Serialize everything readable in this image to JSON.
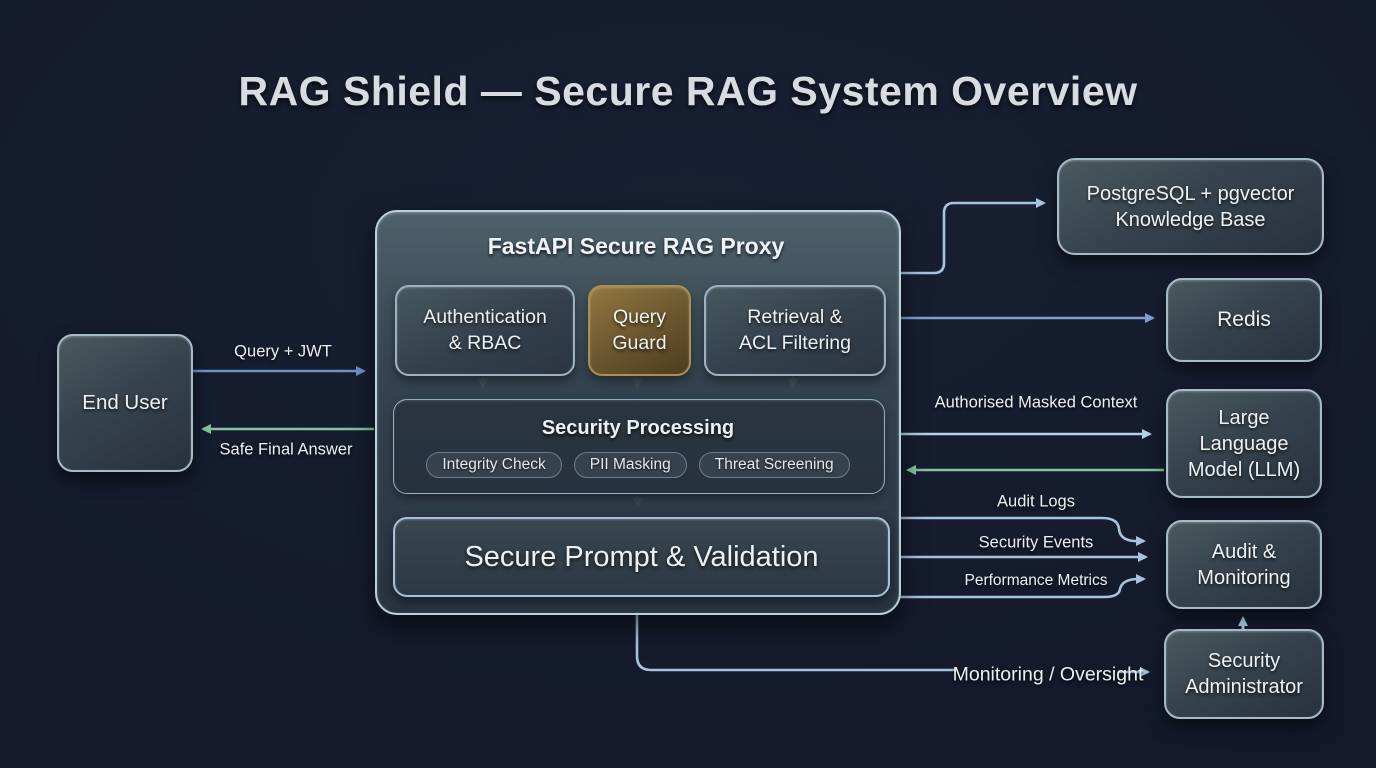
{
  "title": "RAG Shield — Secure RAG System Overview",
  "nodes": {
    "end_user": {
      "label": "End User"
    },
    "proxy": {
      "title": "FastAPI Secure RAG Proxy",
      "auth": {
        "label": "Authentication\n& RBAC"
      },
      "query_guard": {
        "label": "Query\nGuard"
      },
      "retrieval": {
        "label": "Retrieval &\nACL Filtering"
      },
      "security_processing": {
        "title": "Security Processing",
        "steps": [
          "Integrity Check",
          "PII Masking",
          "Threat Screening"
        ]
      },
      "secure_prompt": {
        "label": "Secure Prompt & Validation"
      }
    },
    "knowledge_base": {
      "label": "PostgreSQL + pgvector\nKnowledge Base"
    },
    "redis": {
      "label": "Redis"
    },
    "llm": {
      "label": "Large\nLanguage\nModel (LLM)"
    },
    "audit_monitoring": {
      "label": "Audit &\nMonitoring"
    },
    "security_admin": {
      "label": "Security\nAdministrator"
    }
  },
  "edges": {
    "query_jwt": "Query + JWT",
    "safe_final_answer": "Safe Final Answer",
    "authorised_masked_context": "Authorised\nMasked Context",
    "audit_logs": "Audit Logs",
    "security_events": "Security Events",
    "performance_metrics": "Performance Metrics",
    "monitoring_oversight": "Monitoring /\nOversight"
  },
  "colors": {
    "background": "#141a2b",
    "node_border": "#a6bac7",
    "proxy_border": "#b9d3dc",
    "query_guard_fill": "#7a6335",
    "query_guard_border": "#a98f50",
    "arrow_blue": "#6d93cd",
    "arrow_medium_blue": "#7d9fd4",
    "arrow_steel": "#a9c3de",
    "arrow_cyan": "#b4d2e4",
    "arrow_green": "#82c4a0",
    "arrow_red": "#c9606c",
    "arrow_mint": "#8cc7b3",
    "arrow_slate": "#8aa9c9"
  }
}
